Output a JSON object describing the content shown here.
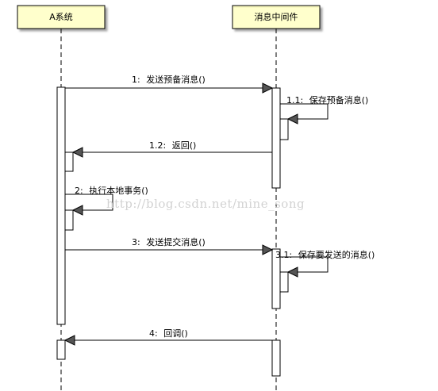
{
  "lifelines": [
    {
      "id": "a",
      "label": "A系统"
    },
    {
      "id": "mq",
      "label": "消息中间件"
    }
  ],
  "messages": [
    {
      "number": "1:",
      "text": "发送预备消息()"
    },
    {
      "number": "1.1:",
      "text": "保存预备消息()"
    },
    {
      "number": "1.2:",
      "text": "返回()"
    },
    {
      "number": "2:",
      "text": "执行本地事务()"
    },
    {
      "number": "3:",
      "text": "发送提交消息()"
    },
    {
      "number": "3.1:",
      "text": "保存要发送的消息()"
    },
    {
      "number": "4:",
      "text": "回调()"
    }
  ],
  "watermark": "http://blog.csdn.net/mine_song",
  "colors": {
    "header_fill": "#ffffcc",
    "header_border": "#000000",
    "line": "#000000",
    "watermark": "#d2d2d2"
  }
}
